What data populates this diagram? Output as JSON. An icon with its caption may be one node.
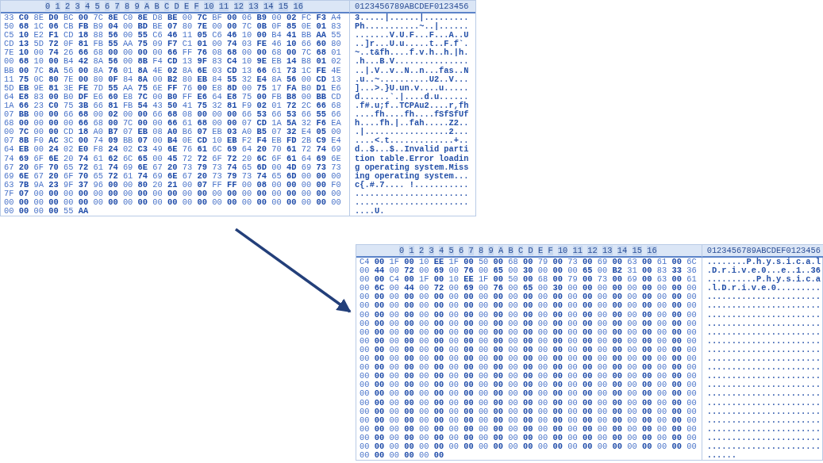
{
  "diagram": {
    "nodes": [
      {
        "text": [
          "0 1 2 3 4 5 6 7 8 9 A B C D E F 10 11 12 13 14 15 16",
          "0123456789ABCDEF0123456",
          "33 C0 8E D0 BC 00 7C 8E C0 8E D8 BE 00 7C BF 00 06 B9 00 02 FC F3 A4",
          "3.....|......|.........",
          "50 68 1C 06 CB FB B9 04 00 BD BE 07 80 7E 00 00 7C 0B 0F 85 0E 01 83",
          "Ph...........~..|......",
          "C5 10 E2 F1 CD 18 88 56 00 55 C6 46 11 05 C6 46 10 00 B4 41 BB AA 55",
          ".......V.U.F...F...A..U",
          "CD 13 5D 72 0F 81 FB 55 AA 75 09 F7 C1 01 00 74 03 FE 46 10 66 60 80",
          "..]r...U.u.....t..F.f`.",
          "7E 10 00 74 26 66 68 00 00 00 00 66 FF 76 08 68 00 00 68 00 7C 68 01",
          "~..t&fh....f.v.h..h.|h.",
          "00 68 10 00 B4 42 8A 56 00 8B F4 CD 13 9F 83 C4 10 9E EB 14 B8 01 02",
          ".h...B.V...............",
          "BB 00 7C 8A 56 00 8A 76 01 8A 4E 02 8A 6E 03 CD 13 66 61 73 1C FE 4E",
          "..|.V..v..N..n...fas..N",
          "11 75 0C 80 7E 00 80 0F 84 8A 00 B2 80 EB 84 55 32 E4 8A 56 00 CD 13",
          ".u..~..........U2..V...",
          "5D EB 9E 81 3E FE 7D 55 AA 75 6E FF 76 00 E8 8D 00 75 17 FA B0 D1 E6",
          "]...>.}U.un.v....u.....",
          "64 E8 83 00 B0 DF E6 60 E8 7C 00 B0 FF E6 64 E8 75 00 FB B8 00 BB CD",
          "d......`.|....d.u......",
          "1A 66 23 C0 75 3B 66 81 FB 54 43 50 41 75 32 81 F9 02 01 72 2C 66 68",
          ".f#.u;f..TCPAu2....r,fh",
          "07 BB 00 00 66 68 00 02 00 00 66 68 08 00 00 00 66 53 66 53 66 55 66",
          "....fh....fh....fSfSfUf",
          "68 00 00 00 00 66 68 00 7C 00 00 66 61 68 00 00 07 CD 1A 5A 32 F6 EA",
          "h....fh.|..fah.....Z2..",
          "00 7C 00 00 CD 18 A0 B7 07 EB 08 A0 B6 07 EB 03 A0 B5 07 32 E4 05 00",
          ".|.................2...",
          "07 8B F0 AC 3C 00 74 09 BB 07 00 B4 0E CD 10 EB F2 F4 EB FD 2B C9 E4",
          "....<.t.............+..",
          "64 EB 00 24 02 E0 F8 24 02 C3 49 6E 76 61 6C 69 64 20 70 61 72 74 69",
          "d..$...$..Invalid parti",
          "74 69 6F 6E 20 74 61 62 6C 65 00 45 72 72 6F 72 20 6C 6F 61 64 69 6E",
          "tion table.Error loadin",
          "67 20 6F 70 65 72 61 74 69 6E 67 20 73 79 73 74 65 6D 00 4D 69 73 73",
          "g operating system.Miss",
          "69 6E 67 20 6F 70 65 72 61 74 69 6E 67 20 73 79 73 74 65 6D 00 00 00",
          "ing operating system...",
          "63 7B 9A 23 9F 37 96 00 00 80 20 21 00 07 FF FF 00 08 00 00 00 00 F0",
          "c{.#.7.... !...........",
          "7F 07 00 00 00 00 00 00 00 00 00 00 00 00 00 00 00 00 00 00 00 00 00",
          ".......................",
          "00 00 00 00 00 00 00 00 00 00 00 00 00 00 00 00 00 00 00 00 00 00 00",
          ".......................",
          "00 00 00 00 55 AA",
          "....U."
        ]
      },
      {
        "text": [
          "0 1 2 3 4 5 6 7 8 9 A B C D E F 10 11 12 13 14 15 16",
          "0123456789ABCDEF0123456",
          "C4 00 1F 00 10 EE 1F 00 50 00 68 00 79 00 73 00 69 00 63 00 61 00 6C",
          "........P.h.y.s.i.c.a.l",
          "00 44 00 72 00 69 00 76 00 65 00 30 00 00 00 65 00 B2 31 00 83 33 36",
          ".D.r.i.v.e.0...e..1..36",
          "00 00 C4 00 1F 00 10 EE 1F 00 50 00 68 00 79 00 73 00 69 00 63 00 61",
          "..........P.h.y.s.i.c.a",
          "00 6C 00 44 00 72 00 69 00 76 00 65 00 30 00 00 00 00 00 00 00 00 00",
          ".l.D.r.i.v.e.0.........",
          "00 00 00 00 00 00 00 00 00 00 00 00 00 00 00 00 00 00 00 00 00 00 00",
          ".......................",
          "00 00 00 00 00 00 00 00 00 00 00 00 00 00 00 00 00 00 00 00 00 00 00",
          ".......................",
          "00 00 00 00 00 00 00 00 00 00 00 00 00 00 00 00 00 00 00 00 00 00 00",
          ".......................",
          "00 00 00 00 00 00 00 00 00 00 00 00 00 00 00 00 00 00 00 00 00 00 00",
          ".......................",
          "00 00 00 00 00 00 00 00 00 00 00 00 00 00 00 00 00 00 00 00 00 00 00",
          ".......................",
          "00 00 00 00 00 00 00 00 00 00 00 00 00 00 00 00 00 00 00 00 00 00 00",
          ".......................",
          "00 00 00 00 00 00 00 00 00 00 00 00 00 00 00 00 00 00 00 00 00 00 00",
          ".......................",
          "00 00 00 00 00 00 00 00 00 00 00 00 00 00 00 00 00 00 00 00 00 00 00",
          ".......................",
          "00 00 00 00 00 00 00 00 00 00 00 00 00 00 00 00 00 00 00 00 00 00 00",
          ".......................",
          "00 00 00 00 00 00 00 00 00 00 00 00 00 00 00 00 00 00 00 00 00 00 00",
          ".......................",
          "00 00 00 00 00 00 00 00 00 00 00 00 00 00 00 00 00 00 00 00 00 00 00",
          ".......................",
          "00 00 00 00 00 00 00 00 00 00 00 00 00 00 00 00 00 00 00 00 00 00 00",
          ".......................",
          "00 00 00 00 00 00 00 00 00 00 00 00 00 00 00 00 00 00 00 00 00 00 00",
          ".......................",
          "00 00 00 00 00 00 00 00 00 00 00 00 00 00 00 00 00 00 00 00 00 00 00",
          ".......................",
          "00 00 00 00 00 00 00 00 00 00 00 00 00 00 00 00 00 00 00 00 00 00 00",
          ".......................",
          "00 00 00 00 00 00 00 00 00 00 00 00 00 00 00 00 00 00 00 00 00 00 00",
          ".......................",
          "00 00 00 00 00 00 00 00 00 00 00 00 00 00 00 00 00 00 00 00 00 00 00",
          ".......................",
          "00 00 00 00 00 00 00 00 00 00 00 00 00 00 00 00 00 00 00 00 00 00 00",
          ".......................",
          "00 00 00 00 00 00",
          "......"
        ]
      }
    ],
    "edges": [
      {
        "from": 0,
        "to": 1,
        "arrow": "to"
      }
    ]
  }
}
